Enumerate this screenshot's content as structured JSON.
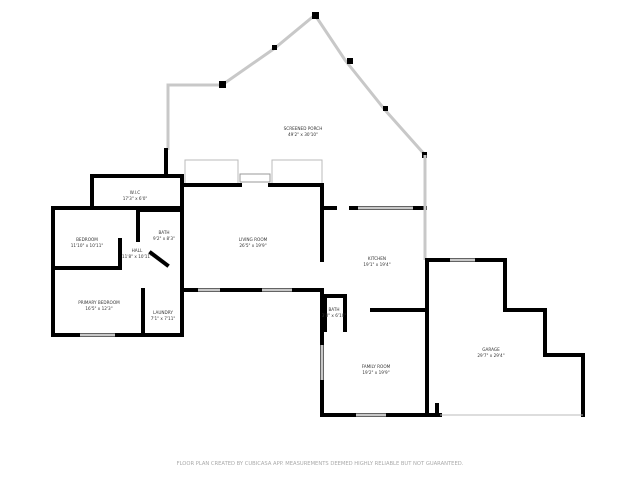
{
  "rooms": {
    "screened_porch": {
      "name": "SCREENED PORCH",
      "size": "49'2\" x 30'10\""
    },
    "wic": {
      "name": "W.I.C",
      "size": "17'3\" x 6'0\""
    },
    "bedroom": {
      "name": "BEDROOM",
      "size": "11'10\" x 10'11\""
    },
    "bath1": {
      "name": "BATH",
      "size": "9'2\" x 8'3\""
    },
    "hall": {
      "name": "HALL",
      "size": "11'8\" x 10'11\""
    },
    "living_room": {
      "name": "LIVING ROOM",
      "size": "26'5\" x 19'9\""
    },
    "primary_bedroom": {
      "name": "PRIMARY BEDROOM",
      "size": "16'5\" x 12'3\""
    },
    "laundry": {
      "name": "LAUNDRY",
      "size": "7'1\" x 7'11\""
    },
    "bath2": {
      "name": "BATH",
      "size": "3'8\" x 6'10\""
    },
    "kitchen": {
      "name": "KITCHEN",
      "size": "19'1\" x 19'4\""
    },
    "family_room": {
      "name": "FAMILY ROOM",
      "size": "19'2\" x 19'9\""
    },
    "garage": {
      "name": "GARAGE",
      "size": "29'7\" x 29'4\""
    }
  },
  "footer": "FLOOR PLAN CREATED BY CUBICASA APP. MEASUREMENTS DEEMED HIGHLY RELIABLE BUT NOT GUARANTEED."
}
